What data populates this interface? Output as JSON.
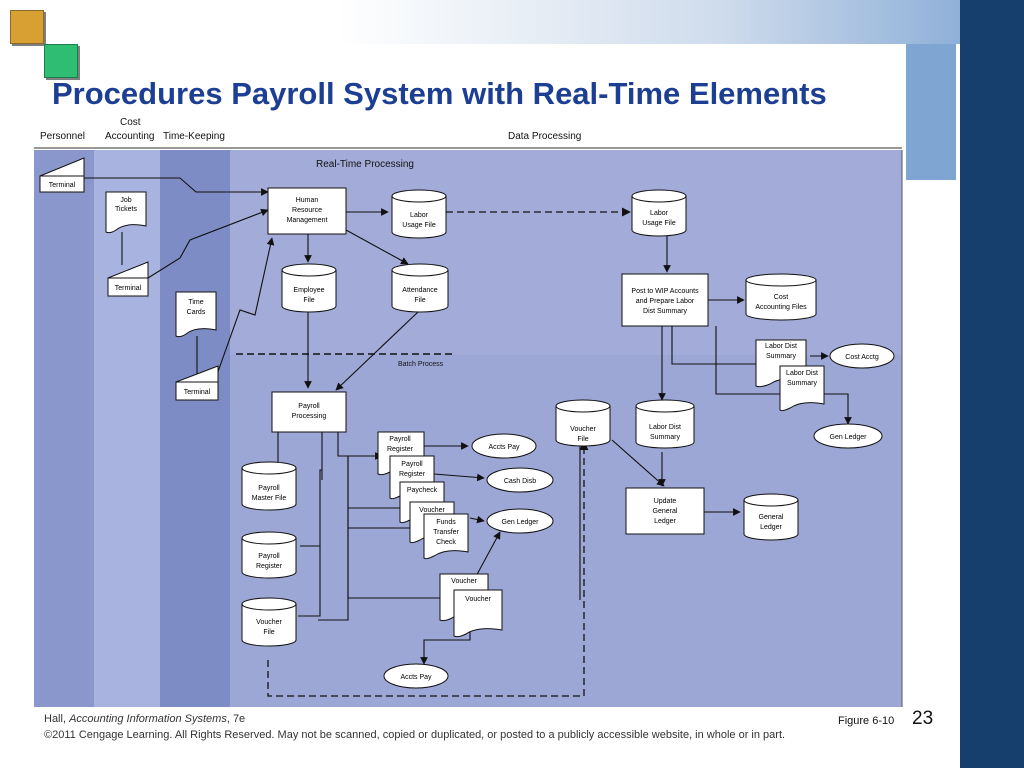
{
  "slide": {
    "title": "Procedures Payroll System with Real-Time Elements",
    "page_number": "23",
    "figure_ref": "Figure 6-10",
    "footer_author": "Hall,",
    "footer_book": "Accounting Information Systems",
    "footer_edition": ", 7e",
    "footer_copyright": "©2011 Cengage Learning. All Rights Reserved. May not be scanned, copied or duplicated, or posted to a publicly accessible website, in whole or in part."
  },
  "diagram": {
    "columns": {
      "personnel": "Personnel",
      "cost_accounting": [
        "Cost",
        "Accounting"
      ],
      "timekeeping": "Time-Keeping",
      "data_processing": "Data Processing"
    },
    "sections": {
      "realtime": "Real-Time Processing",
      "batch": "Batch Process"
    },
    "terminals": {
      "terminal": "Terminal"
    },
    "documents": {
      "job_tickets": [
        "Job",
        "Tickets"
      ],
      "time_cards": [
        "Time",
        "Cards"
      ],
      "payroll_register": [
        "Payroll",
        "Register"
      ],
      "paycheck": "Paycheck",
      "voucher": "Voucher",
      "funds_transfer": [
        "Funds",
        "Transfer",
        "Check"
      ],
      "labor_dist_summary": [
        "Labor Dist",
        "Summary"
      ]
    },
    "processes": {
      "hrm": [
        "Human",
        "Resource",
        "Management"
      ],
      "payroll_processing": [
        "Payroll",
        "Processing"
      ],
      "post_wip": [
        "Post to WIP Accounts",
        "and Prepare Labor",
        "Dist Summary"
      ],
      "update_gl": [
        "Update",
        "General",
        "Ledger"
      ]
    },
    "files": {
      "labor_usage": [
        "Labor",
        "Usage File"
      ],
      "employee": [
        "Employee",
        "File"
      ],
      "attendance": [
        "Attendance",
        "File"
      ],
      "cost_accounting": [
        "Cost",
        "Accounting Files"
      ],
      "payroll_master": [
        "Payroll",
        "Master File"
      ],
      "payroll_register": [
        "Payroll",
        "Register"
      ],
      "voucher_file": [
        "Voucher",
        "File"
      ],
      "labor_dist_summary": [
        "Labor Dist",
        "Summary"
      ],
      "general_ledger": [
        "General",
        "Ledger"
      ]
    },
    "externals": {
      "accts_pay": "Accts Pay",
      "cash_disb": "Cash Disb",
      "gen_ledger": "Gen Ledger",
      "cost_acctg": "Cost Acctg"
    }
  },
  "colors": {
    "title": "#1d3f93",
    "realtime_bg": "#a3acd9",
    "batch_bg": "#9da7d6",
    "personnel_bg": "#8a97cc",
    "costacct_bg": "#a9b3df",
    "timekeeping_bg": "#7e8cc6",
    "right_bar": "#173f6e"
  }
}
